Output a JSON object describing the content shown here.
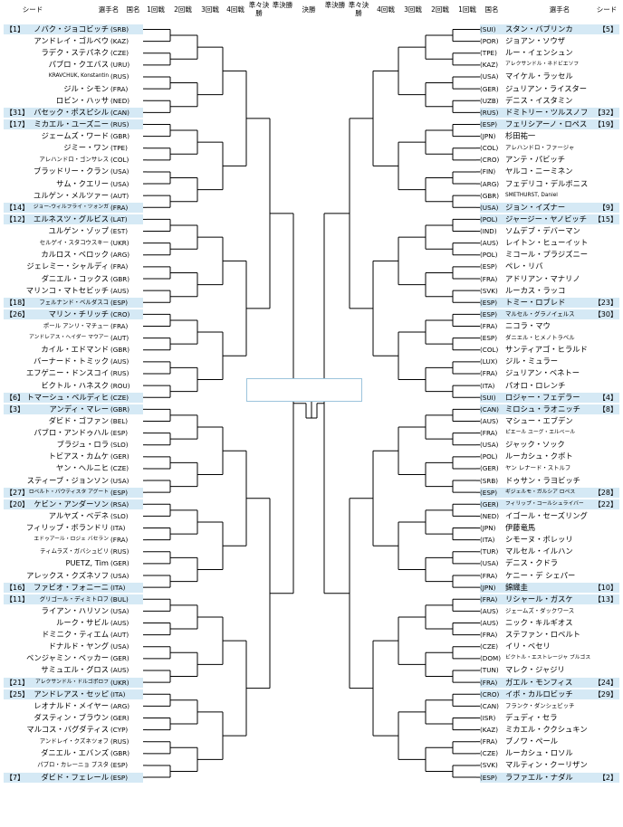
{
  "headers": {
    "left": [
      "シード",
      "選手名",
      "国名",
      "1回戦",
      "2回戦",
      "3回戦",
      "4回戦",
      "準々決勝",
      "準決勝",
      "決勝"
    ],
    "right": [
      "準決勝",
      "準々決勝",
      "4回戦",
      "3回戦",
      "2回戦",
      "1回戦",
      "国名",
      "選手名",
      "シード"
    ]
  },
  "left_players": [
    {
      "seed": "【1】",
      "name": "ノバク・ジョコビッチ",
      "country": "(SRB)"
    },
    {
      "seed": "",
      "name": "アンドレイ・ゴルベウ",
      "country": "(KAZ)"
    },
    {
      "seed": "",
      "name": "ラデク・ステパネク",
      "country": "(CZE)"
    },
    {
      "seed": "",
      "name": "パブロ・クエバス",
      "country": "(URU)"
    },
    {
      "seed": "",
      "name": "KRAVCHUK, Konstantin",
      "country": "(RUS)"
    },
    {
      "seed": "",
      "name": "ジル・シモン",
      "country": "(FRA)"
    },
    {
      "seed": "",
      "name": "ロビン・ハッサ",
      "country": "(NED)"
    },
    {
      "seed": "【31】",
      "name": "バセック・ポスピシル",
      "country": "(CAN)"
    },
    {
      "seed": "【17】",
      "name": "ミカエル・ユーズニー",
      "country": "(RUS)"
    },
    {
      "seed": "",
      "name": "ジェームズ・ワード",
      "country": "(GBR)"
    },
    {
      "seed": "",
      "name": "ジミー・ワン",
      "country": "(TPE)"
    },
    {
      "seed": "",
      "name": "アレハンドロ・ゴンサレス",
      "country": "(COL)"
    },
    {
      "seed": "",
      "name": "ブラッドリー・クラン",
      "country": "(USA)"
    },
    {
      "seed": "",
      "name": "サム・クエリー",
      "country": "(USA)"
    },
    {
      "seed": "",
      "name": "ユルゲン・メルツァー",
      "country": "(AUT)"
    },
    {
      "seed": "【14】",
      "name": "ジョー-ウィルフライ・ツォンガ",
      "country": "(FRA)"
    },
    {
      "seed": "【12】",
      "name": "エルネスツ・グルビス",
      "country": "(LAT)"
    },
    {
      "seed": "",
      "name": "ユルゲン・ゾップ",
      "country": "(EST)"
    },
    {
      "seed": "",
      "name": "セルゲイ・スタコウスキー",
      "country": "(UKR)"
    },
    {
      "seed": "",
      "name": "カルロス・ベロック",
      "country": "(ARG)"
    },
    {
      "seed": "",
      "name": "ジェレミー・シャルディ",
      "country": "(FRA)"
    },
    {
      "seed": "",
      "name": "ダニエル・コックス",
      "country": "(GBR)"
    },
    {
      "seed": "",
      "name": "マリンコ・マトセビッチ",
      "country": "(AUS)"
    },
    {
      "seed": "【18】",
      "name": "フェルナンド・ベルダスコ",
      "country": "(ESP)"
    },
    {
      "seed": "【26】",
      "name": "マリン・チリッチ",
      "country": "(CRO)"
    },
    {
      "seed": "",
      "name": "ポール アンリ・マチュー",
      "country": "(FRA)"
    },
    {
      "seed": "",
      "name": "アンドレアス・ヘイダー マウアー",
      "country": "(AUT)"
    },
    {
      "seed": "",
      "name": "カイル・エドマンド",
      "country": "(GBR)"
    },
    {
      "seed": "",
      "name": "バーナード・トミック",
      "country": "(AUS)"
    },
    {
      "seed": "",
      "name": "エフゲニー・ドンスコイ",
      "country": "(RUS)"
    },
    {
      "seed": "",
      "name": "ビクトル・ハネスク",
      "country": "(ROU)"
    },
    {
      "seed": "【6】",
      "name": "トマーシュ・ベルディヒ",
      "country": "(CZE)"
    },
    {
      "seed": "【3】",
      "name": "アンディ・マレー",
      "country": "(GBR)"
    },
    {
      "seed": "",
      "name": "ダビド・ゴファン",
      "country": "(BEL)"
    },
    {
      "seed": "",
      "name": "パブロ・アンドゥハル",
      "country": "(ESP)"
    },
    {
      "seed": "",
      "name": "ブラジュ・ロラ",
      "country": "(SLO)"
    },
    {
      "seed": "",
      "name": "トビアス・カムケ",
      "country": "(GER)"
    },
    {
      "seed": "",
      "name": "ヤン・ヘルニヒ",
      "country": "(CZE)"
    },
    {
      "seed": "",
      "name": "スティーブ・ジョンソン",
      "country": "(USA)"
    },
    {
      "seed": "【27】",
      "name": "ロベルト・バウティスタ アグート",
      "country": "(ESP)"
    },
    {
      "seed": "【20】",
      "name": "ケビン・アンダーソン",
      "country": "(RSA)"
    },
    {
      "seed": "",
      "name": "アルヤズ・ベデネ",
      "country": "(SLO)"
    },
    {
      "seed": "",
      "name": "フィリップ・ボランドリ",
      "country": "(ITA)"
    },
    {
      "seed": "",
      "name": "エドゥアール・ロジェ バセラン",
      "country": "(FRA)"
    },
    {
      "seed": "",
      "name": "ティムラズ・ガバシュビリ",
      "country": "(RUS)"
    },
    {
      "seed": "",
      "name": "PUETZ, Tim",
      "country": "(GER)"
    },
    {
      "seed": "",
      "name": "アレックス・クズネソフ",
      "country": "(USA)"
    },
    {
      "seed": "【16】",
      "name": "ファビオ・フォニーニ",
      "country": "(ITA)"
    },
    {
      "seed": "【11】",
      "name": "グリゴール・ディミトロフ",
      "country": "(BUL)"
    },
    {
      "seed": "",
      "name": "ライアン・ハリソン",
      "country": "(USA)"
    },
    {
      "seed": "",
      "name": "ルーク・サビル",
      "country": "(AUS)"
    },
    {
      "seed": "",
      "name": "ドミニク・ティエム",
      "country": "(AUT)"
    },
    {
      "seed": "",
      "name": "ドナルド・ヤング",
      "country": "(USA)"
    },
    {
      "seed": "",
      "name": "ベンジャミン・ベッカー",
      "country": "(GER)"
    },
    {
      "seed": "",
      "name": "サミュエル・グロス",
      "country": "(AUS)"
    },
    {
      "seed": "【21】",
      "name": "アレクサンドル・ドルゴポロフ",
      "country": "(UKR)"
    },
    {
      "seed": "【25】",
      "name": "アンドレアス・セッピ",
      "country": "(ITA)"
    },
    {
      "seed": "",
      "name": "レオナルド・メイヤー",
      "country": "(ARG)"
    },
    {
      "seed": "",
      "name": "ダスティン・ブラウン",
      "country": "(GER)"
    },
    {
      "seed": "",
      "name": "マルコス・バグダティス",
      "country": "(CYP)"
    },
    {
      "seed": "",
      "name": "アンドレイ・クズネツォフ",
      "country": "(RUS)"
    },
    {
      "seed": "",
      "name": "ダニエル・エバンズ",
      "country": "(GBR)"
    },
    {
      "seed": "",
      "name": "パブロ・カレーニョ ブスタ",
      "country": "(ESP)"
    },
    {
      "seed": "【7】",
      "name": "ダビド・フェレール",
      "country": "(ESP)"
    }
  ],
  "right_players": [
    {
      "seed": "【5】",
      "name": "スタン・バブリンカ",
      "country": "(SUI)"
    },
    {
      "seed": "",
      "name": "ジョアン・ソウザ",
      "country": "(POR)"
    },
    {
      "seed": "",
      "name": "ルー・イェンシュン",
      "country": "(TPE)"
    },
    {
      "seed": "",
      "name": "アレクサンドル・ネドビエソフ",
      "country": "(KAZ)"
    },
    {
      "seed": "",
      "name": "マイケル・ラッセル",
      "country": "(USA)"
    },
    {
      "seed": "",
      "name": "ジュリアン・ライスター",
      "country": "(GER)"
    },
    {
      "seed": "",
      "name": "デニス・イスタミン",
      "country": "(UZB)"
    },
    {
      "seed": "【32】",
      "name": "ドミトリー・ツルスノフ",
      "country": "(RUS)"
    },
    {
      "seed": "【19】",
      "name": "フェリシアーノ・ロペス",
      "country": "(ESP)"
    },
    {
      "seed": "",
      "name": "杉田祐一",
      "country": "(JPN)"
    },
    {
      "seed": "",
      "name": "アレハンドロ・ファージャ",
      "country": "(COL)"
    },
    {
      "seed": "",
      "name": "アンテ・パビッチ",
      "country": "(CRO)"
    },
    {
      "seed": "",
      "name": "ヤルコ・ニーミネン",
      "country": "(FIN)"
    },
    {
      "seed": "",
      "name": "フェデリコ・デルボニス",
      "country": "(ARG)"
    },
    {
      "seed": "",
      "name": "SMETHURST, Daniel",
      "country": "(GBR)"
    },
    {
      "seed": "【9】",
      "name": "ジョン・イズナー",
      "country": "(USA)"
    },
    {
      "seed": "【15】",
      "name": "ジャージー・ヤノビッチ",
      "country": "(POL)"
    },
    {
      "seed": "",
      "name": "ソムデブ・デバーマン",
      "country": "(IND)"
    },
    {
      "seed": "",
      "name": "レイトン・ヒューイット",
      "country": "(AUS)"
    },
    {
      "seed": "",
      "name": "ミコール・プラジズニー",
      "country": "(POL)"
    },
    {
      "seed": "",
      "name": "ペレ・リバ",
      "country": "(ESP)"
    },
    {
      "seed": "",
      "name": "アドリアン・マナリノ",
      "country": "(FRA)"
    },
    {
      "seed": "",
      "name": "ルーカス・ラッコ",
      "country": "(SVK)"
    },
    {
      "seed": "【23】",
      "name": "トミー・ロブレド",
      "country": "(ESP)"
    },
    {
      "seed": "【30】",
      "name": "マルセル・グラノイェルス",
      "country": "(ESP)"
    },
    {
      "seed": "",
      "name": "ニコラ・マウ",
      "country": "(FRA)"
    },
    {
      "seed": "",
      "name": "ダニエル・ヒメノトラベル",
      "country": "(ESP)"
    },
    {
      "seed": "",
      "name": "サンティアゴ・ヒラルド",
      "country": "(COL)"
    },
    {
      "seed": "",
      "name": "ジル・ミュラー",
      "country": "(LUX)"
    },
    {
      "seed": "",
      "name": "ジュリアン・ベネトー",
      "country": "(FRA)"
    },
    {
      "seed": "",
      "name": "パオロ・ロレンチ",
      "country": "(ITA)"
    },
    {
      "seed": "【4】",
      "name": "ロジャー・フェデラー",
      "country": "(SUI)"
    },
    {
      "seed": "【8】",
      "name": "ミロシュ・ラオニッチ",
      "country": "(CAN)"
    },
    {
      "seed": "",
      "name": "マシュー・エブデン",
      "country": "(AUS)"
    },
    {
      "seed": "",
      "name": "ピエール ユーグ・エルベール",
      "country": "(FRA)"
    },
    {
      "seed": "",
      "name": "ジャック・ソック",
      "country": "(USA)"
    },
    {
      "seed": "",
      "name": "ルーカシュ・クボト",
      "country": "(POL)"
    },
    {
      "seed": "",
      "name": "ヤン レナード・ストルフ",
      "country": "(GER)"
    },
    {
      "seed": "",
      "name": "ドゥサン・ラヨビッチ",
      "country": "(SRB)"
    },
    {
      "seed": "【28】",
      "name": "ギジェルモ・ガルシア ロペス",
      "country": "(ESP)"
    },
    {
      "seed": "【22】",
      "name": "フィリップ・コールシュライバー",
      "country": "(GER)"
    },
    {
      "seed": "",
      "name": "イゴール・セーズリング",
      "country": "(NED)"
    },
    {
      "seed": "",
      "name": "伊藤竜馬",
      "country": "(JPN)"
    },
    {
      "seed": "",
      "name": "シモーヌ・ボレッリ",
      "country": "(ITA)"
    },
    {
      "seed": "",
      "name": "マルセル・イルハン",
      "country": "(TUR)"
    },
    {
      "seed": "",
      "name": "デニス・クドラ",
      "country": "(USA)"
    },
    {
      "seed": "",
      "name": "ケニー・デ シェパー",
      "country": "(FRA)"
    },
    {
      "seed": "【10】",
      "name": "錦織圭",
      "country": "(JPN)"
    },
    {
      "seed": "【13】",
      "name": "リシャール・ガスケ",
      "country": "(FRA)"
    },
    {
      "seed": "",
      "name": "ジェームズ・ダックワース",
      "country": "(AUS)"
    },
    {
      "seed": "",
      "name": "ニック・キルギオス",
      "country": "(AUS)"
    },
    {
      "seed": "",
      "name": "ステファン・ロベルト",
      "country": "(FRA)"
    },
    {
      "seed": "",
      "name": "イリ・ベセリ",
      "country": "(CZE)"
    },
    {
      "seed": "",
      "name": "ビクトル・エストレージャ ブルゴス",
      "country": "(DOM)"
    },
    {
      "seed": "",
      "name": "マレク・ジャジリ",
      "country": "(TUN)"
    },
    {
      "seed": "【24】",
      "name": "ガエル・モンフィス",
      "country": "(FRA)"
    },
    {
      "seed": "【29】",
      "name": "イボ・カルロビッチ",
      "country": "(CRO)"
    },
    {
      "seed": "",
      "name": "フランク・ダンシェビッチ",
      "country": "(CAN)"
    },
    {
      "seed": "",
      "name": "デュディ・セラ",
      "country": "(ISR)"
    },
    {
      "seed": "",
      "name": "ミカエル・ククシュキン",
      "country": "(KAZ)"
    },
    {
      "seed": "",
      "name": "ブノワ・ペール",
      "country": "(FRA)"
    },
    {
      "seed": "",
      "name": "ルーカシュ・ロソル",
      "country": "(CZE)"
    },
    {
      "seed": "",
      "name": "マルティン・クーリザン",
      "country": "(SVK)"
    },
    {
      "seed": "【2】",
      "name": "ラファエル・ナダル",
      "country": "(ESP)"
    }
  ],
  "colors": {
    "seed_row": "#d5e9f5",
    "line": "#000000",
    "final_box_border": "#9cc4dc"
  }
}
